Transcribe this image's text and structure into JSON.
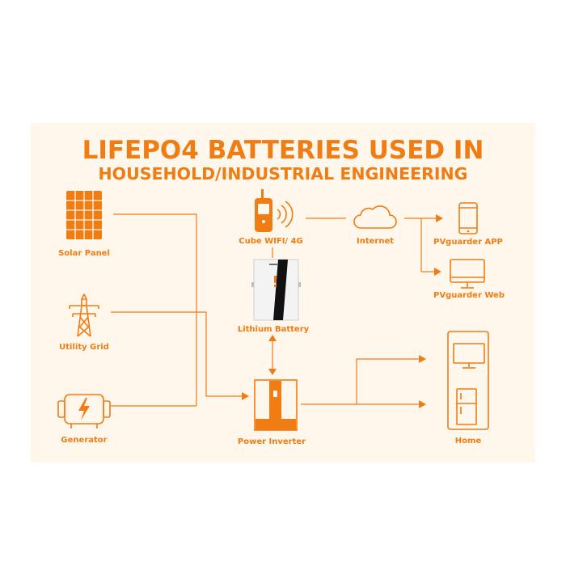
{
  "title": {
    "line1": "LIFEPO4 BATTERIES USED IN",
    "line2": "HOUSEHOLD/INDUSTRIAL ENGINEERING"
  },
  "nodes": {
    "solar_panel": "Solar Panel",
    "utility_grid": "Utility Grid",
    "generator": "Generator",
    "cube": "Cube WIFI/  4G",
    "internet": "Internet",
    "app": "PVguarder  APP",
    "web": "PVguarder  Web",
    "battery": "Lithium Battery",
    "inverter": "Power Inverter",
    "home": "Home"
  },
  "colors": {
    "accent": "#f07c14",
    "background": "#fff6ec",
    "battery_body": "#f3f3f3",
    "battery_stripe": "#111111"
  }
}
